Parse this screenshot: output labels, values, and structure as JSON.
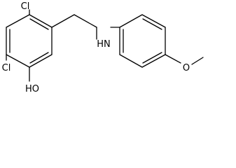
{
  "molecule": {
    "atom_labels": {
      "cl_top": "Cl",
      "cl_bottom": "Cl",
      "hydroxyl": "HO",
      "amine": "HN",
      "methoxy_oxygen": "O"
    },
    "colors": {
      "bond": "#000000",
      "label": "#000000",
      "background": "#ffffff"
    }
  }
}
